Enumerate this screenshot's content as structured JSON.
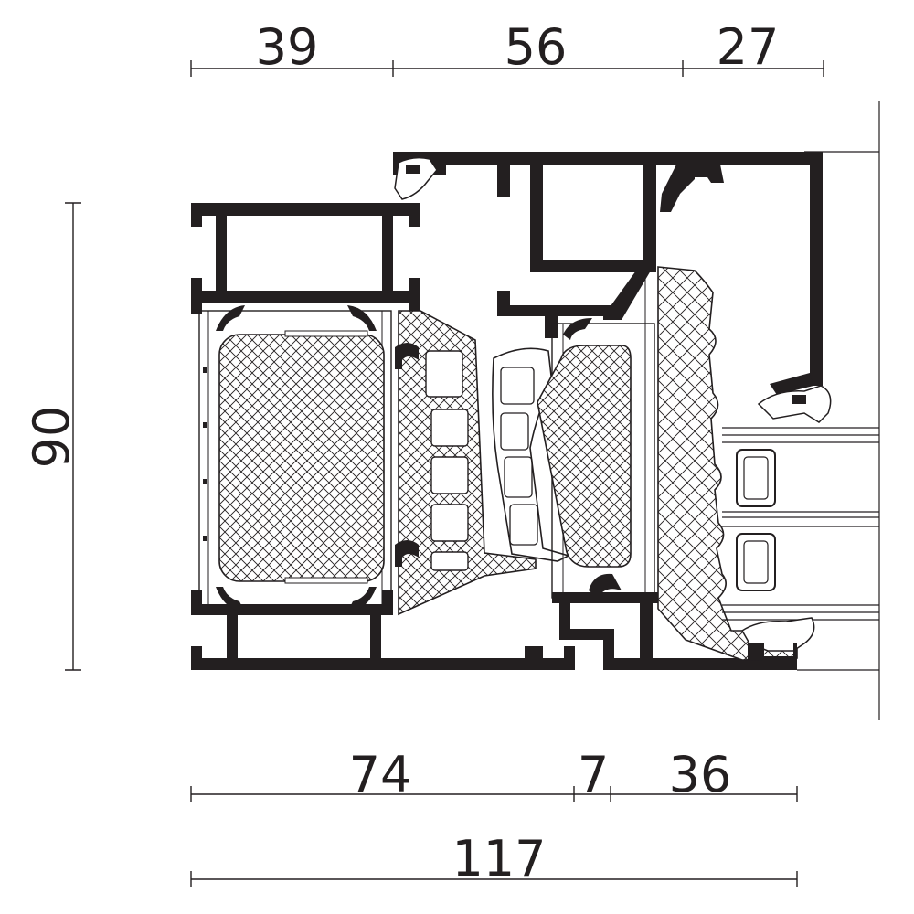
{
  "dimensions": {
    "top": [
      "39",
      "56",
      "27"
    ],
    "bottom": [
      "74",
      "7",
      "36"
    ],
    "overall": "117",
    "height": "90"
  },
  "colors": {
    "profile": "#231f20",
    "line": "#231f20",
    "insulation_fill": "#ffffff"
  }
}
